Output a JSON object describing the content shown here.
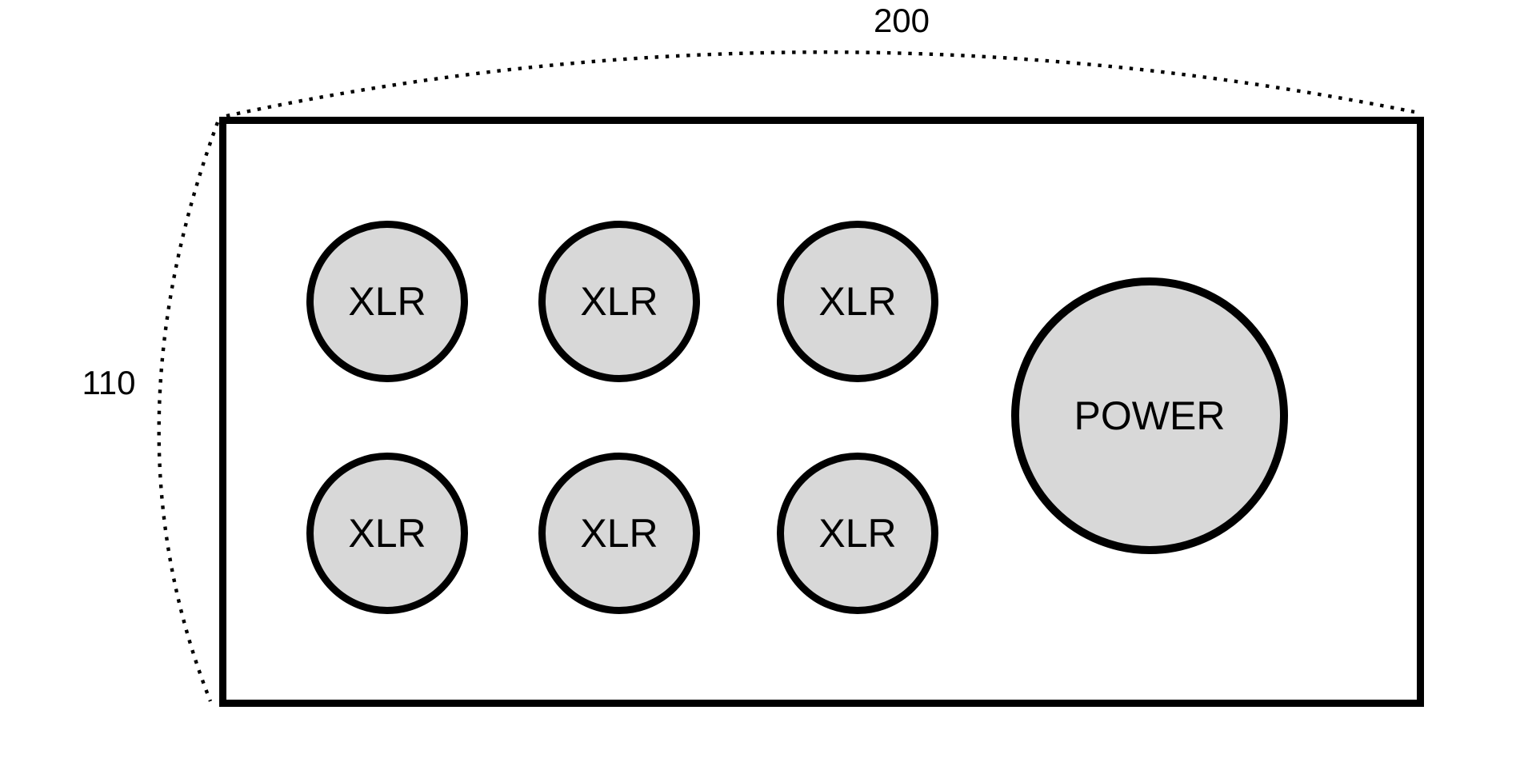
{
  "figure": {
    "background_color": "#ffffff",
    "line_color": "#000000",
    "ref_labels": {
      "width": "200",
      "height": "110"
    },
    "panel": {
      "connector_fill_color": "#d8d8d8",
      "connector_rows": [
        {
          "items": [
            "XLR",
            "XLR",
            "XLR"
          ]
        },
        {
          "items": [
            "XLR",
            "XLR",
            "XLR"
          ]
        }
      ],
      "power_label": "POWER"
    }
  }
}
